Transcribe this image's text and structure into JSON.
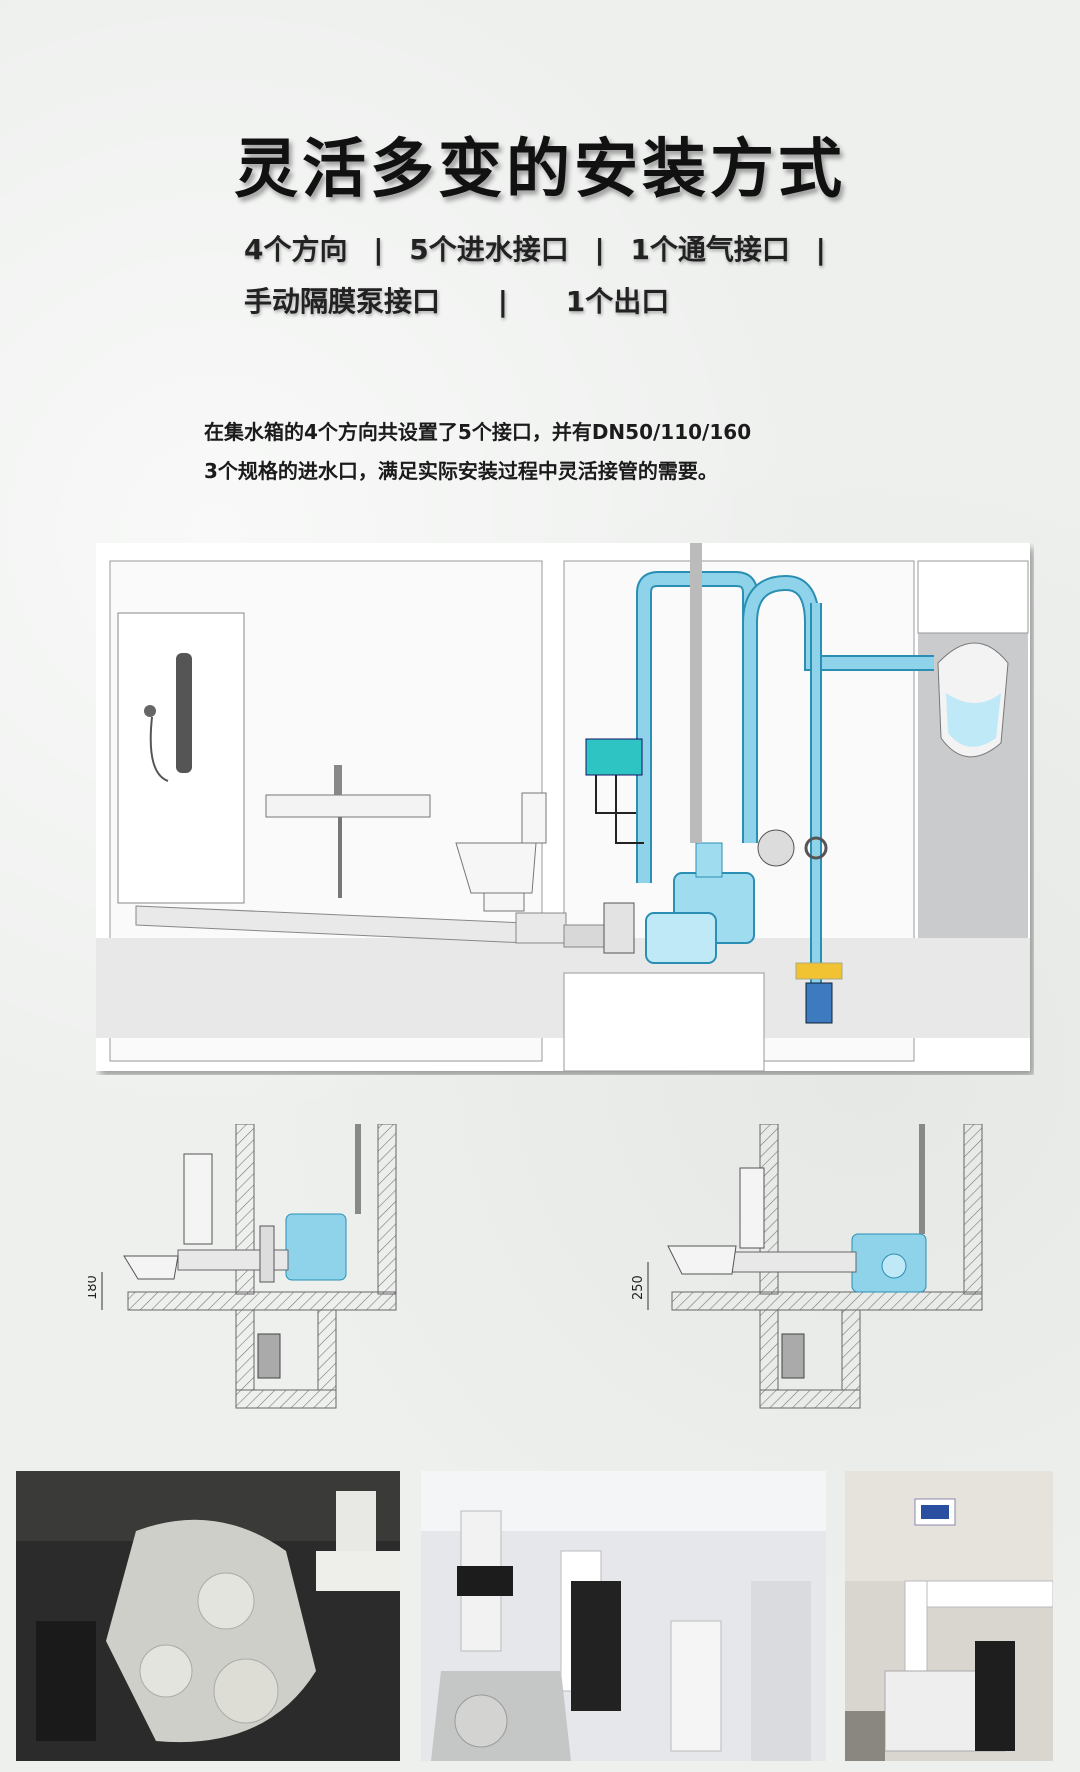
{
  "title": "灵活多变的安装方式",
  "features": {
    "row1": [
      "4个方向",
      "|",
      "5个进水接口",
      "|",
      "1个通气接口",
      "|"
    ],
    "row2": [
      "手动隔膜泵接口",
      "|",
      "1个出口"
    ]
  },
  "description": {
    "line1": "在集水箱的4个方向共设置了5个接口，并有DN50/110/160",
    "line2": "3个规格的进水口，满足实际安装过程中灵活接管的需要。"
  },
  "dimensions": {
    "left": "180",
    "right": "250"
  },
  "colors": {
    "pipe_blue": "#8fd3ea",
    "pipe_stroke": "#2a8fb3",
    "title": "#111111"
  }
}
